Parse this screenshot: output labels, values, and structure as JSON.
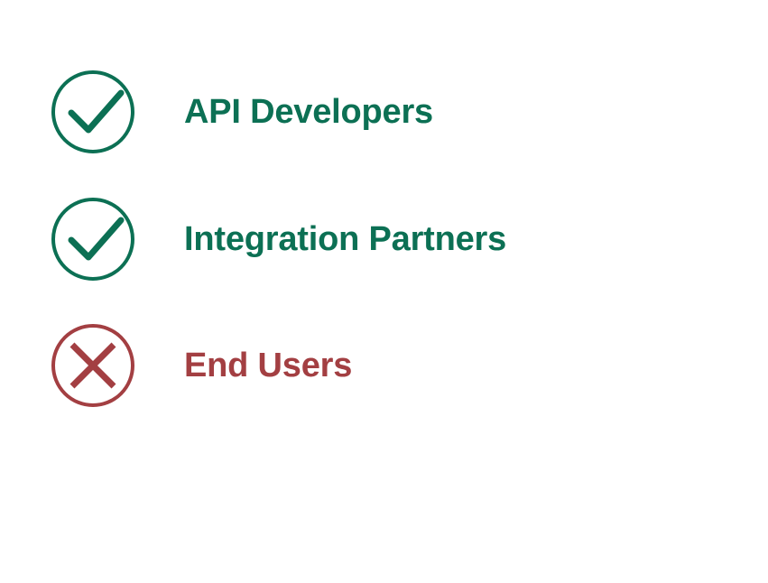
{
  "slide": {
    "background_color": "#ffffff",
    "positive_color": "#0c7054",
    "negative_color": "#a33f42"
  },
  "items": [
    {
      "label": "API Developers",
      "status": "included",
      "icon": "check-circle-icon",
      "color": "#0c7054"
    },
    {
      "label": "Integration Partners",
      "status": "included",
      "icon": "check-circle-icon",
      "color": "#0c7054"
    },
    {
      "label": "End Users",
      "status": "excluded",
      "icon": "x-circle-icon",
      "color": "#a33f42"
    }
  ]
}
